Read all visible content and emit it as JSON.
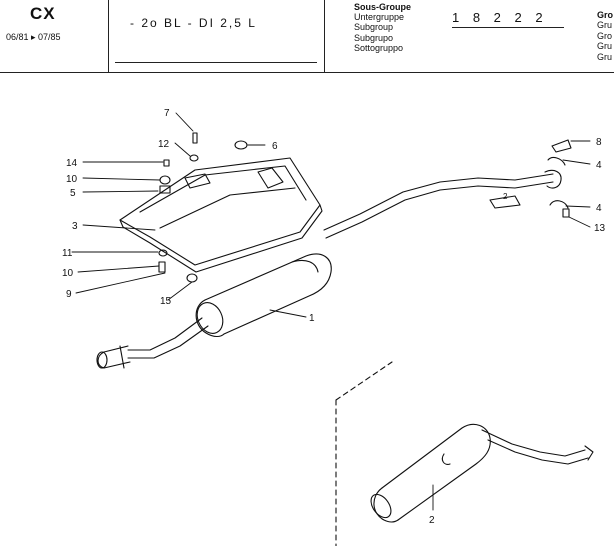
{
  "header": {
    "model": "CX",
    "date_range": "06/81 ▸ 07/85",
    "variant": "- 2o  BL - DI 2,5 L",
    "subgroup_labels": [
      "Sous-Groupe",
      "Untergruppe",
      "Subgroup",
      "Subgrupo",
      "Sottogruppo"
    ],
    "subgroup_code": "1 8 2  2 2",
    "group_labels": [
      "Gro",
      "Gru",
      "Gro",
      "Gru",
      "Gru"
    ]
  },
  "callouts": {
    "c7": "7",
    "c12": "12",
    "c6": "6",
    "c14": "14",
    "c10a": "10",
    "c5": "5",
    "c3": "3",
    "c11": "11",
    "c10b": "10",
    "c9": "9",
    "c15": "15",
    "c1": "1",
    "c8": "8",
    "c4a": "4",
    "c4b": "4",
    "c13": "13",
    "c2": "2",
    "c2b": "2"
  }
}
